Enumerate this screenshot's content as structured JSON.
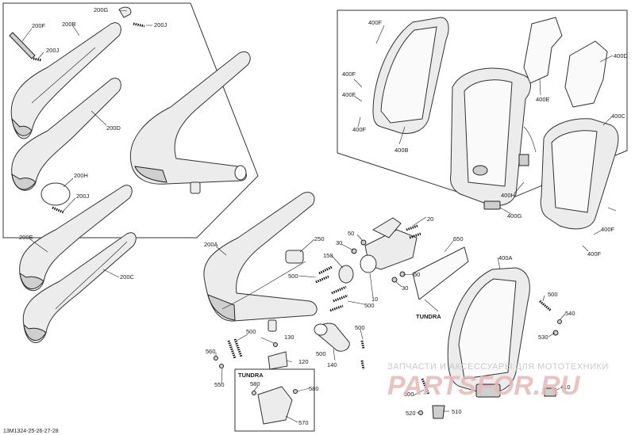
{
  "diagram_code": "13M1324-25-26-27-28",
  "callouts": {
    "c200G": "200G",
    "c200J_top": "200J",
    "c200F": "200F",
    "c200B": "200B",
    "c200J_mid": "200J",
    "c200D": "200D",
    "c200H": "200H",
    "c200J_low": "200J",
    "c200E": "200E",
    "c200C": "200C",
    "c200A": "200A",
    "c400F_a": "400F",
    "c400F_b": "400F",
    "c400F_c": "400F",
    "c400B": "400B",
    "c400E": "400E",
    "c400D": "400D",
    "c400C": "400C",
    "c400H": "400H",
    "c400G": "400G",
    "c400F_d": "400F",
    "c400F_e": "400F",
    "c400A": "400A",
    "c20": "20",
    "c250": "250",
    "c30a": "30",
    "c50a": "50",
    "c150": "150",
    "c500a": "500",
    "c500b": "500",
    "c10": "10",
    "c50b": "50",
    "c30b": "30",
    "c650": "650",
    "c500c": "500",
    "c560": "560",
    "c130": "130",
    "c500d": "500",
    "c500e": "500",
    "c140": "140",
    "c120": "120",
    "c550": "550",
    "c580a": "580",
    "c580b": "580",
    "c570": "570",
    "c540": "540",
    "c530": "530",
    "c500f": "500",
    "c500g": "500",
    "c510": "510",
    "c520": "520",
    "c410": "410"
  },
  "tundra_labels": {
    "main": "TUNDRA",
    "inset": "TUNDRA"
  },
  "watermark": {
    "tagline": "ЗАПЧАСТИ И АКСЕССУАРЫ ДЛЯ МОТОТЕХНИКИ",
    "brand": "PARTSFOR.RU"
  }
}
